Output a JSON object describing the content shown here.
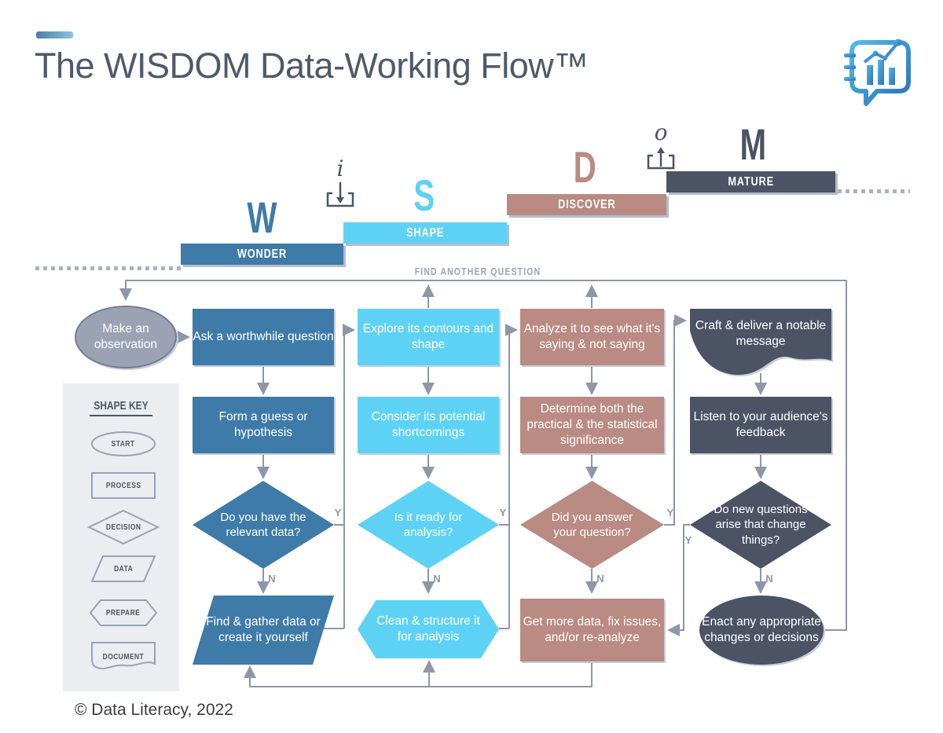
{
  "colors": {
    "wonder_blue": "#3e7ba8",
    "shape_cyan": "#5ed2f4",
    "discover_rose": "#b98b82",
    "mature_slate": "#4b5364",
    "wire_gray": "#8e96aa",
    "observation_gray": "#9aa2b4",
    "key_panel_gray": "#ebedf0",
    "title_text": "#4e5a6b"
  },
  "header": {
    "title": "The WISDOM Data-Working Flow™"
  },
  "stairs": {
    "input_glyph": "i",
    "output_glyph": "o",
    "steps": [
      {
        "letter": "W",
        "label": "WONDER"
      },
      {
        "letter": "S",
        "label": "SHAPE"
      },
      {
        "letter": "D",
        "label": "DISCOVER"
      },
      {
        "letter": "M",
        "label": "MATURE"
      }
    ]
  },
  "flow": {
    "feedback_label": "FIND ANOTHER QUESTION",
    "yes": "Y",
    "no": "N",
    "nodes": {
      "observation": "Make an observation",
      "ask": "Ask a worthwhile question",
      "form": "Form a guess or hypothesis",
      "have_data": "Do you have the relevant data?",
      "find_gather": "Find & gather data or create it yourself",
      "explore": "Explore its contours and shape",
      "consider": "Consider its potential shortcomings",
      "ready": "Is it ready for analysis?",
      "clean": "Clean & structure it for analysis",
      "analyze": "Analyze it to see what it's saying & not saying",
      "determine": "Determine both the practical & the statistical significance",
      "answered": "Did you answer your question?",
      "get_more": "Get more data, fix issues, and/or re-analyze",
      "craft": "Craft & deliver a notable message",
      "listen": "Listen to your audience's feedback",
      "new_questions": "Do new questions arise that change things?",
      "enact": "Enact any appropriate changes or decisions"
    }
  },
  "shape_key": {
    "title": "SHAPE KEY",
    "items": [
      "START",
      "PROCESS",
      "DECISION",
      "DATA",
      "PREPARE",
      "DOCUMENT"
    ]
  },
  "footer": {
    "copyright": "© Data Literacy, 2022"
  }
}
